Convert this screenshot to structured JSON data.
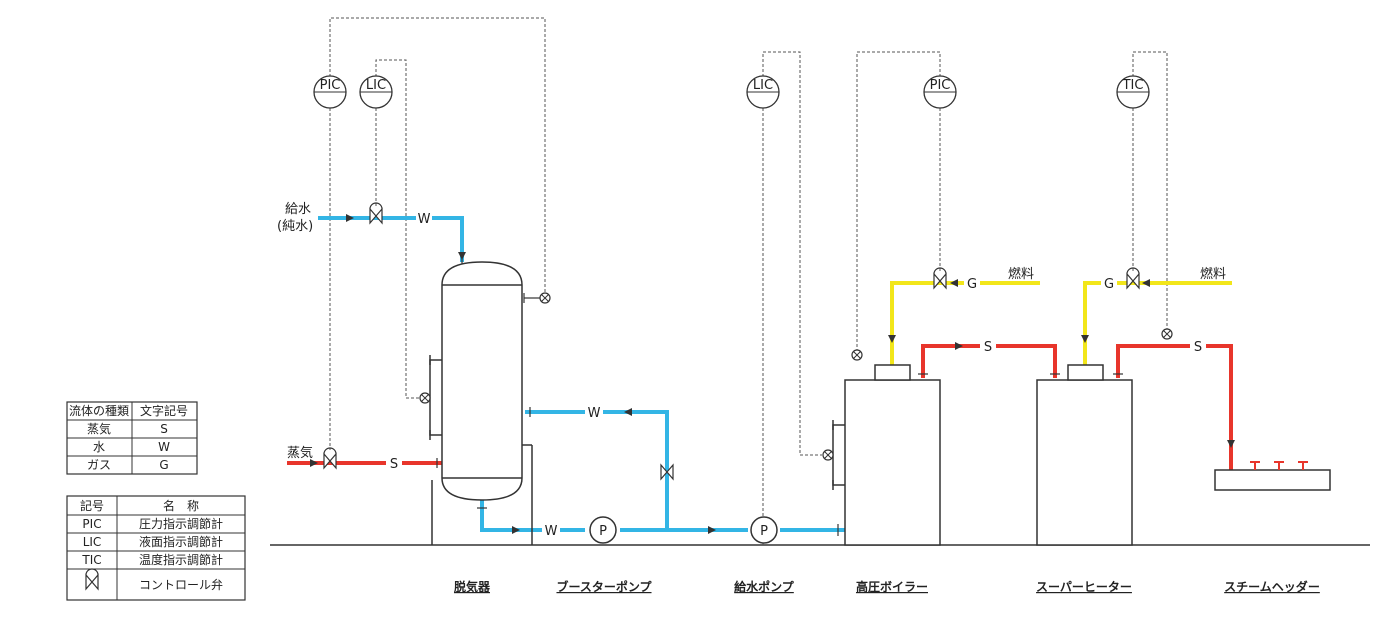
{
  "colors": {
    "water": "#33b5e5",
    "steam": "#e8352b",
    "gas": "#f2e61a",
    "line": "#333333",
    "signal": "#555555"
  },
  "labels": {
    "feed_water": "給水",
    "feed_water_sub": "(純水)",
    "steam_in": "蒸気",
    "fuel_1": "燃料",
    "fuel_2": "燃料",
    "code_w": "W",
    "code_s": "S",
    "code_g": "G",
    "pump": "P"
  },
  "instruments": {
    "pic_1": "PIC",
    "lic_1": "LIC",
    "lic_2": "LIC",
    "pic_2": "PIC",
    "tic_1": "TIC"
  },
  "equipment": [
    {
      "id": "deaerator",
      "label": "脱気器"
    },
    {
      "id": "booster_pump",
      "label": "ブースターポンプ"
    },
    {
      "id": "feed_pump",
      "label": "給水ポンプ"
    },
    {
      "id": "boiler",
      "label": "高圧ボイラー"
    },
    {
      "id": "superheater",
      "label": "スーパーヒーター"
    },
    {
      "id": "header",
      "label": "スチームヘッダー"
    }
  ],
  "fluid_table": {
    "headers": [
      "流体の種類",
      "文字記号"
    ],
    "rows": [
      [
        "蒸気",
        "S"
      ],
      [
        "水",
        "W"
      ],
      [
        "ガス",
        "G"
      ]
    ]
  },
  "symbol_table": {
    "headers": [
      "記号",
      "名　称"
    ],
    "rows": [
      [
        "PIC",
        "圧力指示調節計"
      ],
      [
        "LIC",
        "液面指示調節計"
      ],
      [
        "TIC",
        "温度指示調節計"
      ],
      [
        "",
        "コントロール弁"
      ]
    ]
  }
}
